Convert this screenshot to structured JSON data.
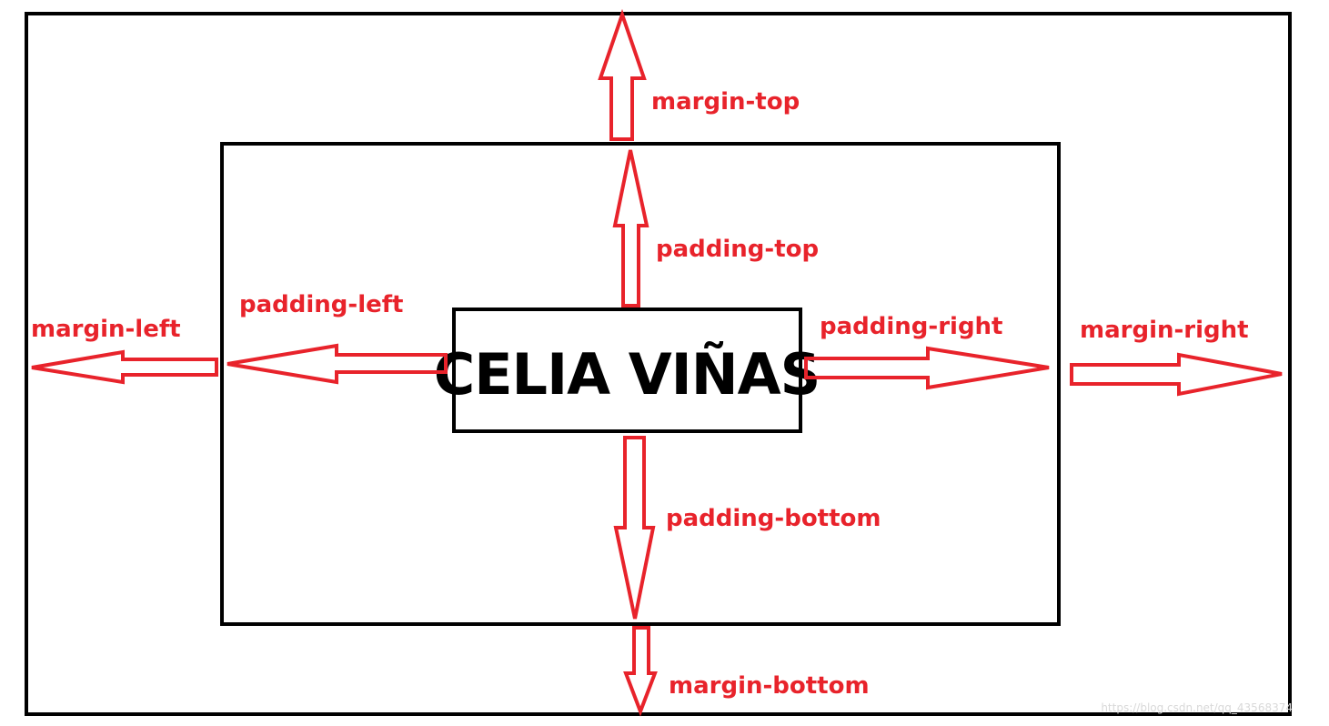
{
  "content_text": "CELIA VIÑAS",
  "labels": {
    "margin_top": "margin-top",
    "margin_bottom": "margin-bottom",
    "margin_left": "margin-left",
    "margin_right": "margin-right",
    "padding_top": "padding-top",
    "padding_bottom": "padding-bottom",
    "padding_left": "padding-left",
    "padding_right": "padding-right"
  },
  "watermark": "https://blog.csdn.net/qq_43568374",
  "colors": {
    "accent": "#e8232b",
    "border": "#000000",
    "background": "#ffffff"
  }
}
